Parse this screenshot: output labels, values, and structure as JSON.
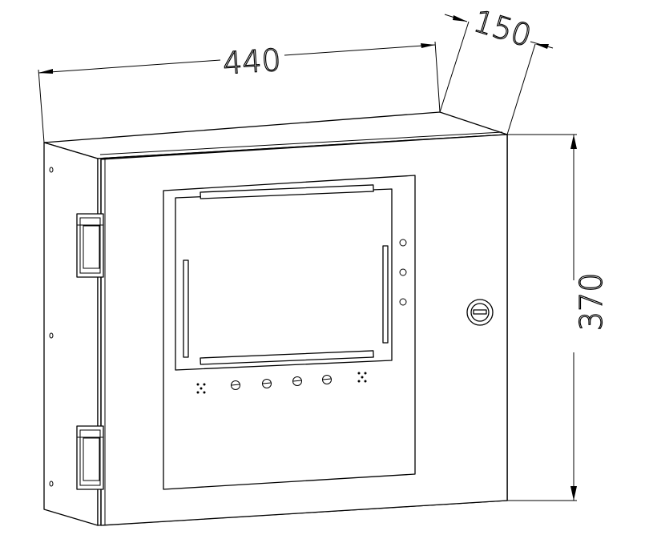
{
  "dimensions": {
    "width": "440",
    "depth": "150",
    "height": "370"
  }
}
